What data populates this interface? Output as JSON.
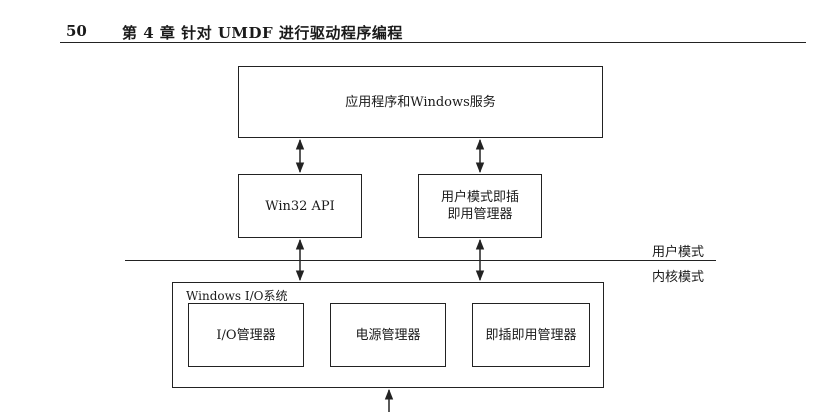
{
  "header": {
    "page_number": "50",
    "chapter_title": "第 4 章   针对 UMDF 进行驱动程序编程"
  },
  "diagram": {
    "applications_box": "应用程序和Windows服务",
    "win32_api_box": "Win32 API",
    "user_pnp_manager_box": "用户模式即插\n即用管理器",
    "user_mode_label": "用户模式",
    "kernel_mode_label": "内核模式",
    "io_system_label": "Windows I/O系统",
    "io_manager_box": "I/O管理器",
    "power_manager_box": "电源管理器",
    "pnp_manager_box": "即插即用管理器"
  }
}
